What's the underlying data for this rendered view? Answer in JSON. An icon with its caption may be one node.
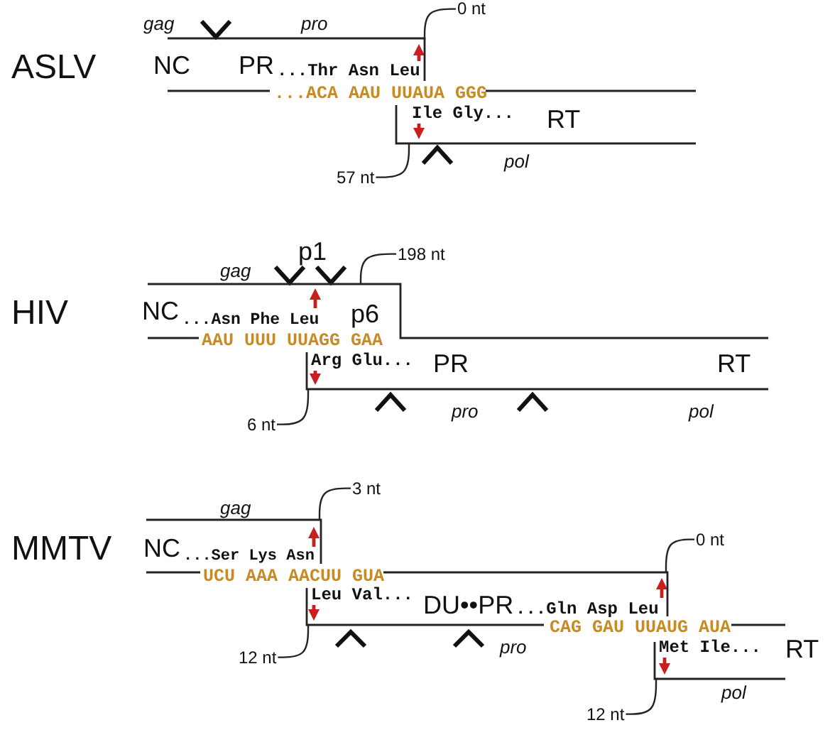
{
  "diagram": {
    "nodes": [
      {
        "text": [
          "0 nt"
        ]
      },
      {
        "text": [],
        "shape": "line"
      },
      {
        "text": [],
        "shape": "line"
      },
      {
        "text": [
          "57 nt"
        ]
      },
      {
        "text": [
          "198 nt"
        ]
      },
      {
        "text": [],
        "shape": "line"
      },
      {
        "text": [],
        "shape": "line"
      },
      {
        "text": [
          "6 nt"
        ]
      },
      {
        "text": [
          "3 nt"
        ]
      },
      {
        "text": [],
        "shape": "line"
      },
      {
        "text": [
          "0 nt"
        ]
      },
      {
        "text": [],
        "shape": "line"
      },
      {
        "text": [],
        "shape": "line"
      },
      {
        "text": [],
        "shape": "line"
      },
      {
        "text": [
          "12 nt"
        ]
      },
      {
        "text": [
          "12 nt"
        ]
      }
    ],
    "edges": [
      {
        "from": 0,
        "to": 1,
        "arrow": "none"
      },
      {
        "from": 3,
        "to": 2,
        "arrow": "none"
      },
      {
        "from": 4,
        "to": 5,
        "arrow": "none"
      },
      {
        "from": 7,
        "to": 6,
        "arrow": "none"
      },
      {
        "from": 8,
        "to": 9,
        "arrow": "none"
      },
      {
        "from": 10,
        "to": 11,
        "arrow": "none"
      },
      {
        "from": 14,
        "to": 12,
        "arrow": "none"
      },
      {
        "from": 15,
        "to": 13,
        "arrow": "none"
      }
    ],
    "labels": [
      "gag",
      "pro",
      "ASLV",
      "NC",
      "PR",
      "...Thr Asn Leu",
      "...ACA AAU UUAUA GGG",
      "Ile Gly...",
      "RT",
      "pol",
      "p1",
      "gag",
      "HIV",
      "NC",
      "...Asn Phe Leu",
      "p6",
      "AAU UUU UUAGG GAA",
      "Arg Glu...",
      "PR",
      "RT",
      "pro",
      "pol",
      "gag",
      "MMTV",
      "NC",
      "...Ser Lys Asn",
      "UCU AAA AACUU GUA",
      "Leu Val...",
      "DU••PR",
      "...Gln Asp Leu",
      "CAG GAU UUAUG AUA",
      "pro",
      "Met Ile...",
      "RT",
      "pol"
    ]
  }
}
